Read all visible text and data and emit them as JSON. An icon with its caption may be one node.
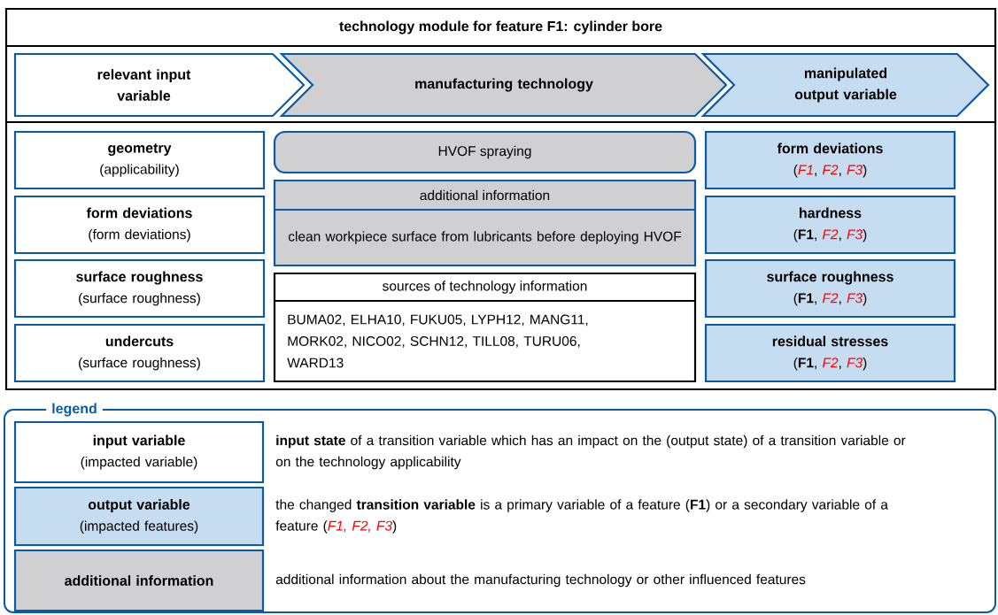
{
  "diagram": {
    "title": "technology module for feature F1: cylinder bore",
    "nodes": [
      {
        "text": [
          "relevant input variable"
        ]
      },
      {
        "text": [
          "manufacturing technology"
        ]
      },
      {
        "text": [
          "manipulated output variable"
        ]
      },
      {
        "text": [
          "geometry",
          "(applicability)"
        ]
      },
      {
        "text": [
          "form deviations",
          "(form deviations)"
        ]
      },
      {
        "text": [
          "surface roughness",
          "(surface roughness)"
        ]
      },
      {
        "text": [
          "undercuts",
          "(surface roughness)"
        ]
      },
      {
        "text": [
          "HVOF spraying"
        ]
      },
      {
        "text": [
          "additional information",
          "clean workpiece surface from lubricants before deploying HVOF"
        ]
      },
      {
        "text": [
          "sources of technology information",
          "BUMA02, ELHA10, FUKU05, LYPH12, MANG11, MORK02, NICO02, SCHN12, TILL08, TURU06, WARD13"
        ]
      },
      {
        "text": [
          "form deviations",
          "(*F1*, *F2*, *F3*)"
        ]
      },
      {
        "text": [
          "hardness",
          "(**F1**, *F2*, *F3*)"
        ]
      },
      {
        "text": [
          "surface roughness",
          "(**F1**, *F2*, *F3*)"
        ]
      },
      {
        "text": [
          "residual stresses",
          "(**F1**, *F2*, *F3*)"
        ]
      },
      {
        "text": [
          "legend"
        ]
      },
      {
        "text": [
          "input variable",
          "(impacted variable)"
        ],
        "in": 14,
        "beside": [
          "**input state** of a transition variable which has an impact on the (output state) of a transition variable or on the technology applicability"
        ]
      },
      {
        "text": [
          "output variable",
          "(impacted features)"
        ],
        "in": 14,
        "beside": [
          "the changed **transition variable** is a primary variable of a feature (**F1**) or a secondary variable of a feature (*F1, F2, F3*)"
        ]
      },
      {
        "text": [
          "additional information"
        ],
        "in": 14,
        "beside": [
          "additional information about the manufacturing technology or other influenced features"
        ]
      }
    ]
  }
}
